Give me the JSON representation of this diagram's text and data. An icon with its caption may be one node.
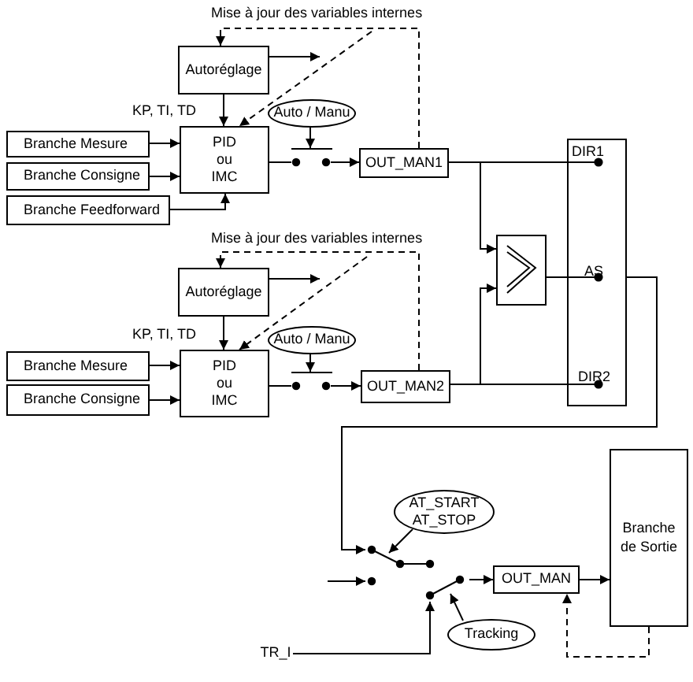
{
  "diagram": {
    "nodes": [
      {
        "text": [
          "Autoréglage"
        ]
      },
      {
        "text": [
          "Branche Mesure"
        ]
      },
      {
        "text": [
          "Branche Consigne"
        ]
      },
      {
        "text": [
          "Branche Feedforward"
        ]
      },
      {
        "text": [
          "PID ou IMC"
        ]
      },
      {
        "text": [
          "Auto / Manu"
        ]
      },
      {
        "text": [],
        "shape": "switch"
      },
      {
        "text": [
          "OUT_MAN1"
        ]
      },
      {
        "text": [
          "DIR1",
          "AS",
          "DIR2"
        ]
      },
      {
        "text": [
          "Autoréglage"
        ]
      },
      {
        "text": [
          "Branche Mesure"
        ]
      },
      {
        "text": [
          "Branche Consigne"
        ]
      },
      {
        "text": [
          "PID ou IMC"
        ]
      },
      {
        "text": [
          "Auto / Manu"
        ]
      },
      {
        "text": [],
        "shape": "switch"
      },
      {
        "text": [
          "OUT_MAN2"
        ]
      },
      {
        "text": [],
        "shape": "box"
      },
      {
        "text": [
          "AT_START AT_STOP"
        ]
      },
      {
        "text": [],
        "shape": "switch"
      },
      {
        "text": [
          "TR_I"
        ]
      },
      {
        "text": [
          "Tracking"
        ]
      },
      {
        "text": [
          "OUT_MAN"
        ]
      },
      {
        "text": [
          "Branche de Sortie"
        ]
      }
    ],
    "edges": [
      {
        "from": 7,
        "to": 0,
        "arrow": "to",
        "style": "dashed",
        "label": "Mise à jour des variables internes"
      },
      {
        "from": 0,
        "to": 4,
        "arrow": "to",
        "label": "KP, TI, TD"
      },
      {
        "from": 0,
        "to": null,
        "arrow": "to"
      },
      {
        "from": null,
        "to": 4,
        "arrow": "to",
        "style": "dashed"
      },
      {
        "from": 1,
        "to": 4,
        "arrow": "to"
      },
      {
        "from": 2,
        "to": 4,
        "arrow": "to"
      },
      {
        "from": 3,
        "to": 4,
        "arrow": "to"
      },
      {
        "from": 5,
        "to": 6,
        "arrow": "to"
      },
      {
        "from": 4,
        "to": 6,
        "arrow": "none"
      },
      {
        "from": 6,
        "to": 7,
        "arrow": "to"
      },
      {
        "from": 7,
        "to": 8,
        "arrow": "other"
      },
      {
        "from": 7,
        "to": 16,
        "arrow": "to"
      },
      {
        "from": 15,
        "to": 9,
        "arrow": "to",
        "style": "dashed",
        "label": "Mise à jour des variables internes"
      },
      {
        "from": 9,
        "to": 12,
        "arrow": "to",
        "label": "KP, TI, TD"
      },
      {
        "from": 9,
        "to": null,
        "arrow": "to"
      },
      {
        "from": null,
        "to": 12,
        "arrow": "to",
        "style": "dashed"
      },
      {
        "from": 10,
        "to": 12,
        "arrow": "to"
      },
      {
        "from": 11,
        "to": 12,
        "arrow": "to"
      },
      {
        "from": 13,
        "to": 14,
        "arrow": "to"
      },
      {
        "from": 12,
        "to": 14,
        "arrow": "none"
      },
      {
        "from": 14,
        "to": 15,
        "arrow": "to"
      },
      {
        "from": 15,
        "to": 16,
        "arrow": "to"
      },
      {
        "from": 15,
        "to": 8,
        "arrow": "other"
      },
      {
        "from": 16,
        "to": 8,
        "arrow": "other"
      },
      {
        "from": 8,
        "to": 18,
        "arrow": "to"
      },
      {
        "from": null,
        "to": 18,
        "arrow": "to"
      },
      {
        "from": 17,
        "to": 18,
        "arrow": "to"
      },
      {
        "from": 19,
        "to": 18,
        "arrow": "to"
      },
      {
        "from": 20,
        "to": 18,
        "arrow": "to"
      },
      {
        "from": 18,
        "to": 21,
        "arrow": "to"
      },
      {
        "from": 21,
        "to": 22,
        "arrow": "to"
      },
      {
        "from": 22,
        "to": 21,
        "arrow": "to",
        "style": "dashed"
      }
    ]
  }
}
